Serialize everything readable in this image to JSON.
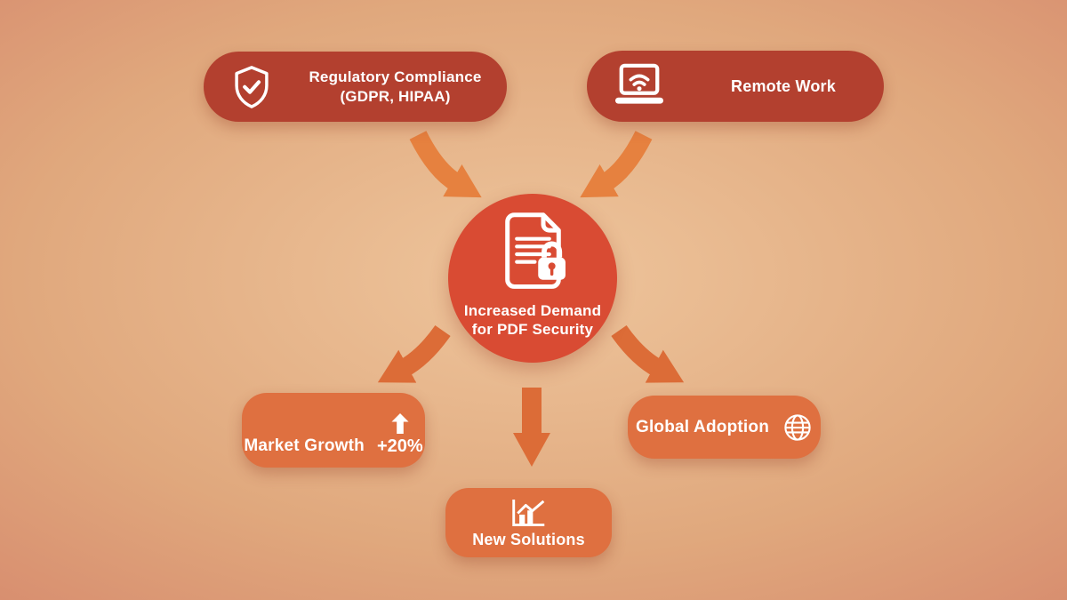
{
  "nodes": {
    "regulatory": {
      "line1": "Regulatory Compliance",
      "line2": "(GDPR, HIPAA)",
      "icon": "shield-check-icon"
    },
    "remote": {
      "label": "Remote Work",
      "icon": "laptop-wifi-icon"
    },
    "center": {
      "line1": "Increased Demand",
      "line2": "for PDF Security",
      "icon": "secure-pdf-document-icon"
    },
    "market": {
      "label": "Market Growth",
      "value": "+20%",
      "icon": "growth-up-arrow-icon"
    },
    "solutions": {
      "label": "New Solutions",
      "icon": "bar-chart-trend-icon"
    },
    "global": {
      "label": "Global Adoption",
      "icon": "globe-icon"
    }
  },
  "colors": {
    "bg_center": "#eec59c",
    "bg_mid": "#e0a87d",
    "bg_edge": "#ca6e5b",
    "top_pill": "#b3402f",
    "center_circle": "#d94b33",
    "bottom_pill": "#df7040",
    "arrow_top": "#e6813f",
    "arrow_bottom": "#dc6c37",
    "text": "#ffffff"
  }
}
